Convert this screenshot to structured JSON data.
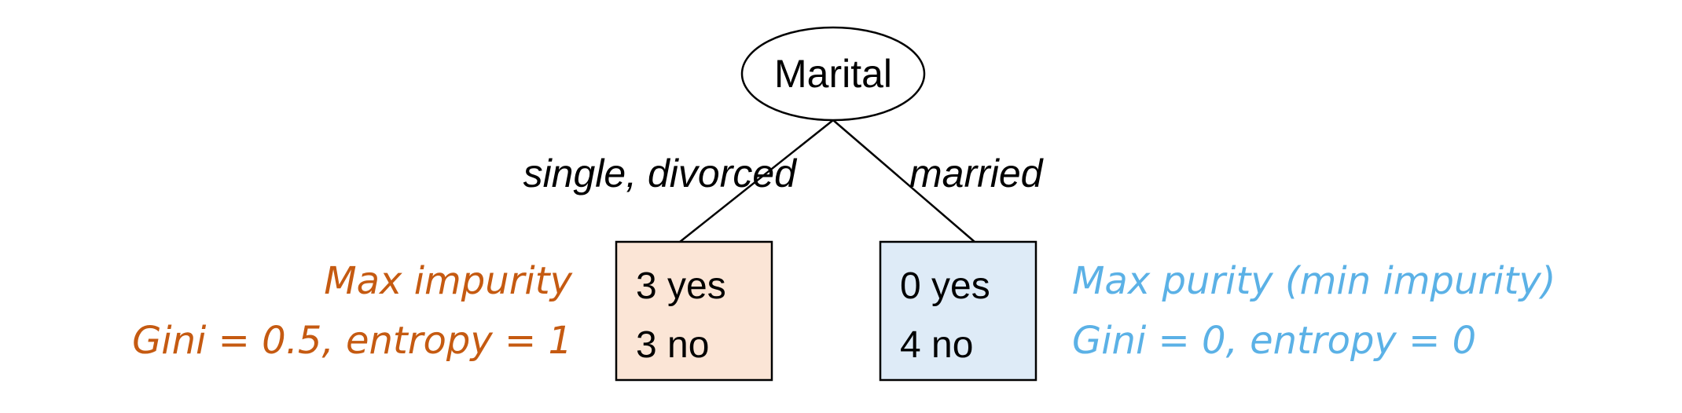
{
  "root": {
    "label": "Marital"
  },
  "edges": {
    "left_label": "single, divorced",
    "right_label": "married"
  },
  "left_leaf": {
    "line1": "3 yes",
    "line2": "3 no",
    "fill": "#FBE5D6",
    "annotation_title": "Max impurity",
    "annotation_detail": "Gini = 0.5, entropy = 1",
    "annotation_color": "#C55A11"
  },
  "right_leaf": {
    "line1": "0 yes",
    "line2": "4 no",
    "fill": "#DEEBF7",
    "annotation_title": "Max purity (min impurity)",
    "annotation_detail": "Gini = 0, entropy = 0",
    "annotation_color": "#5BB1E6"
  }
}
